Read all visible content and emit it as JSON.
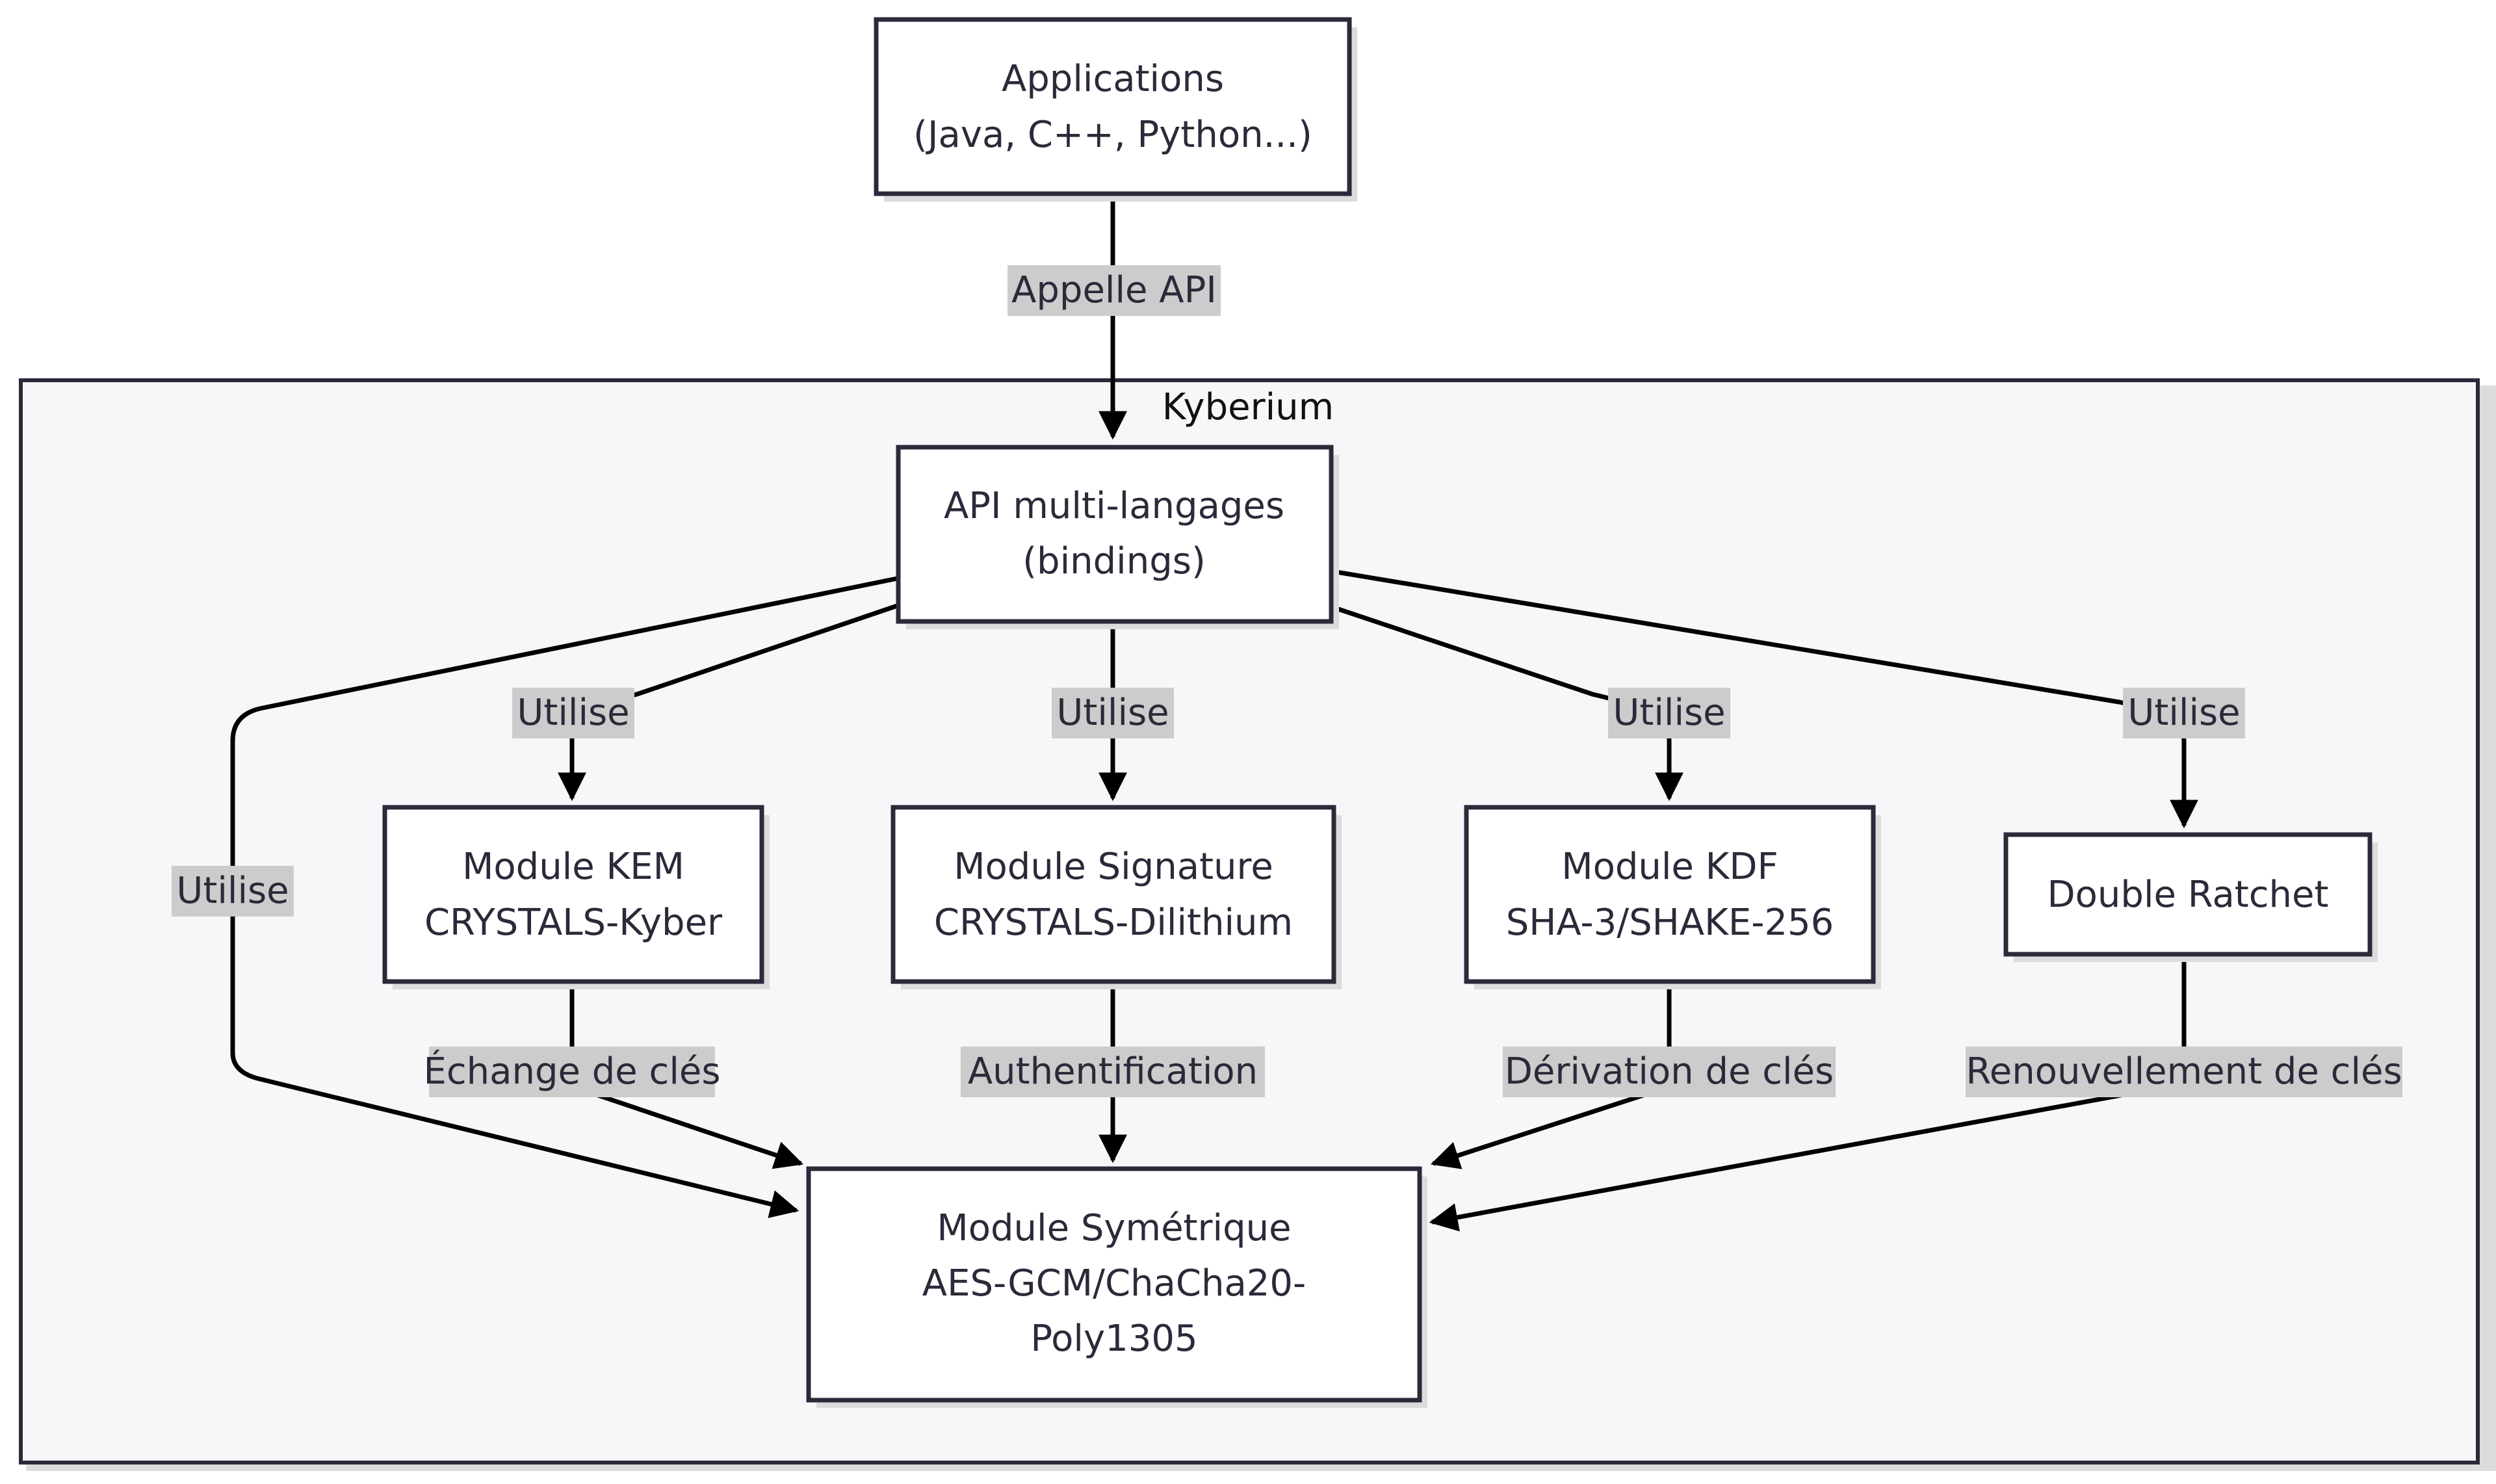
{
  "cluster": {
    "title": "Kyberium"
  },
  "nodes": {
    "applications": [
      "Applications",
      "(Java, C++, Python...)"
    ],
    "api": [
      "API multi-langages",
      "(bindings)"
    ],
    "kem": [
      "Module KEM",
      "CRYSTALS-Kyber"
    ],
    "signature": [
      "Module Signature",
      "CRYSTALS-Dilithium"
    ],
    "kdf": [
      "Module KDF",
      "SHA-3/SHAKE-256"
    ],
    "ratchet": [
      "Double Ratchet"
    ],
    "symmetric": [
      "Module Symétrique",
      "AES-GCM/ChaCha20-",
      "Poly1305"
    ]
  },
  "edges": {
    "apps_api": "Appelle API",
    "api_kem": "Utilise",
    "api_sig": "Utilise",
    "api_kdf": "Utilise",
    "api_ratchet": "Utilise",
    "api_sym": "Utilise",
    "kem_sym": "Échange de clés",
    "sig_sym": "Authentification",
    "kdf_sym": "Dérivation de clés",
    "ratchet_sym": "Renouvellement de clés"
  },
  "colors": {
    "cluster_fill": "#f7f7fa",
    "stroke": "#2a2a3a",
    "shadow": "#dcdcdc",
    "label_bg": "#cccccc",
    "edge": "#000000"
  }
}
